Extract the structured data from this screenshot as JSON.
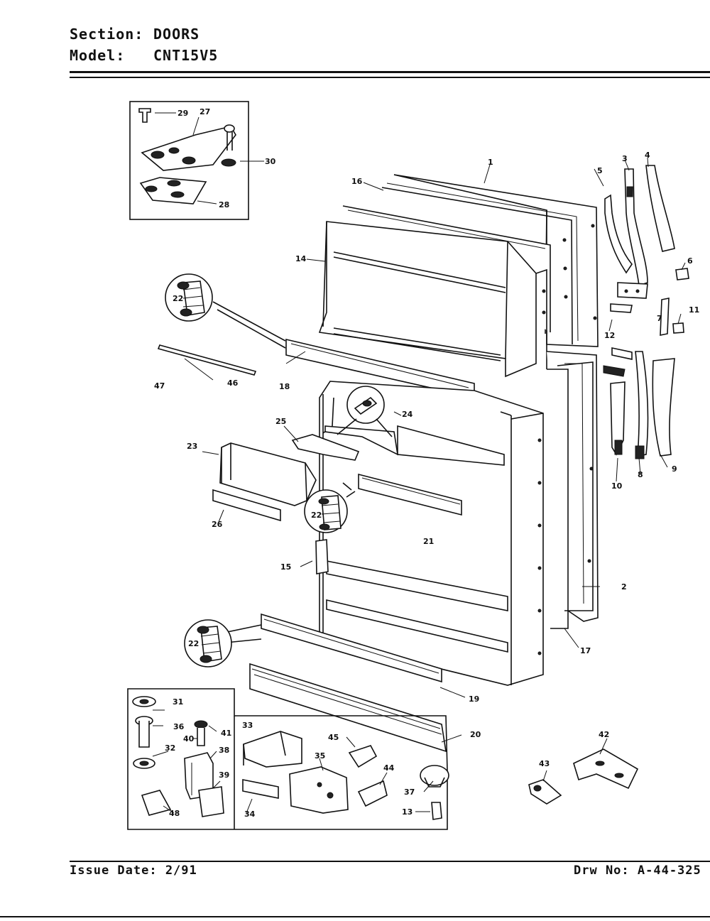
{
  "header": {
    "section_label": "Section:",
    "section_value": "DOORS",
    "model_label": "Model:",
    "model_value": "CNT15V5"
  },
  "footer": {
    "issue_date": "Issue Date: 2/91",
    "drawing_no": "Drw No: A-44-325"
  },
  "callouts": [
    "1",
    "2",
    "3",
    "4",
    "5",
    "6",
    "7",
    "8",
    "9",
    "10",
    "11",
    "12",
    "13",
    "14",
    "15",
    "16",
    "17",
    "18",
    "19",
    "20",
    "21",
    "22",
    "22",
    "22",
    "22",
    "23",
    "24",
    "25",
    "26",
    "27",
    "28",
    "29",
    "30",
    "31",
    "32",
    "33",
    "34",
    "35",
    "36",
    "37",
    "38",
    "39",
    "40",
    "41",
    "42",
    "43",
    "44",
    "45",
    "46",
    "47",
    "48"
  ]
}
